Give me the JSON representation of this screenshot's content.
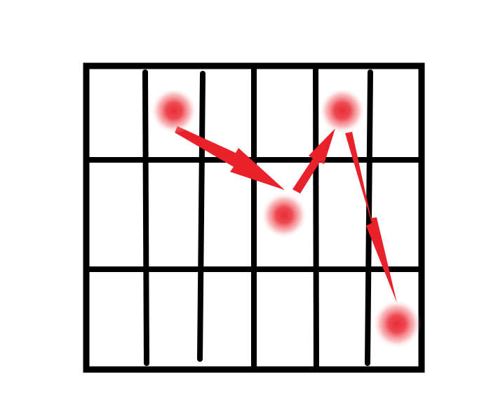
{
  "colors": {
    "background": "#ffffff",
    "grid": "#000000",
    "path": "#e8212b",
    "point": "#e8212b"
  },
  "grid": {
    "rows": 3,
    "columns": 6
  },
  "points": [
    {
      "id": "p1"
    },
    {
      "id": "p2"
    },
    {
      "id": "p3"
    },
    {
      "id": "p4"
    }
  ],
  "arrows": [
    {
      "from": "p1",
      "to": "p2"
    },
    {
      "from": "p2",
      "to": "p3"
    },
    {
      "from": "p3",
      "to": "p4"
    }
  ]
}
